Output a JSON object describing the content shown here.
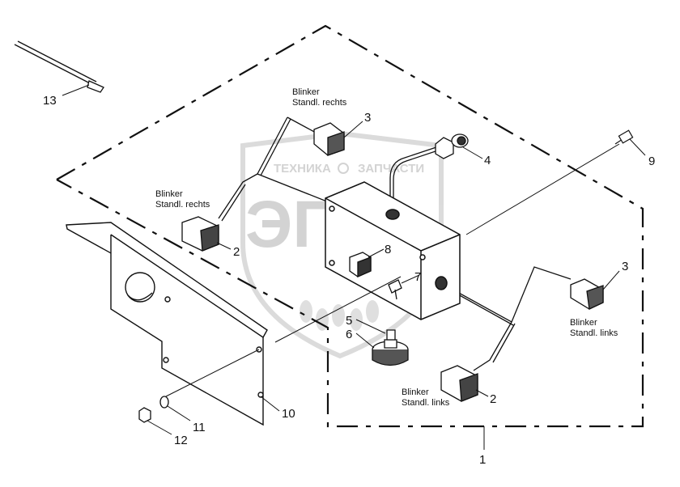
{
  "watermark": {
    "brand": "ЭПФ",
    "caption_left": "ТЕХНИКА",
    "caption_right": "ЗАПЧАСТИ",
    "color": "#cfcfcf"
  },
  "parts": {
    "p1": "1",
    "p2a": "2",
    "p2b": "2",
    "p3a": "3",
    "p3b": "3",
    "p4": "4",
    "p5": "5",
    "p6": "6",
    "p7": "7",
    "p8": "8",
    "p9": "9",
    "p10": "10",
    "p11": "11",
    "p12": "12",
    "p13": "13"
  },
  "notes": {
    "top_right_connector": [
      "Blinker",
      "Standl. rechts"
    ],
    "left_connector": [
      "Blinker",
      "Standl. rechts"
    ],
    "right_connector": [
      "Blinker",
      "Standl. links"
    ],
    "bottom_connector": [
      "Blinker",
      "Standl. links"
    ]
  }
}
